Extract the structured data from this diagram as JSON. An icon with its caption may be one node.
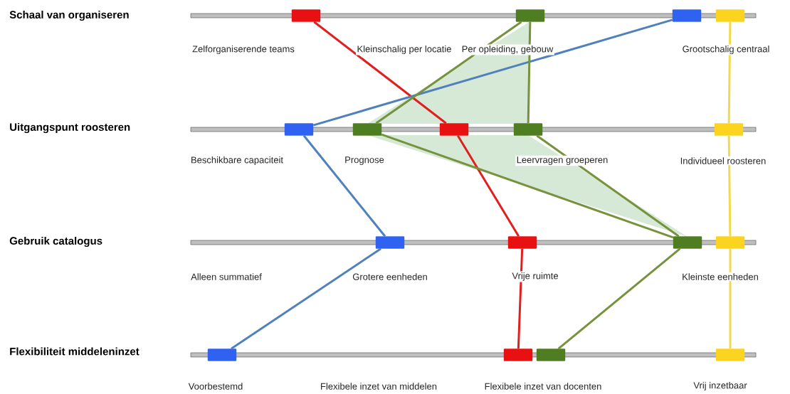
{
  "diagram": {
    "nodes": [
      {
        "text": [],
        "shape": "box"
      },
      {
        "text": [],
        "shape": "box"
      },
      {
        "text": [],
        "shape": "box"
      },
      {
        "text": [],
        "shape": "box"
      },
      {
        "text": [],
        "shape": "box"
      },
      {
        "text": [],
        "shape": "box"
      },
      {
        "text": [],
        "shape": "box"
      },
      {
        "text": [],
        "shape": "box"
      },
      {
        "text": [],
        "shape": "box"
      },
      {
        "text": [],
        "shape": "box"
      },
      {
        "text": [],
        "shape": "box"
      },
      {
        "text": [],
        "shape": "box"
      },
      {
        "text": [],
        "shape": "box"
      },
      {
        "text": [],
        "shape": "box"
      },
      {
        "text": [],
        "shape": "box"
      },
      {
        "text": [],
        "shape": "box"
      },
      {
        "text": [],
        "shape": "box"
      }
    ],
    "edges": [
      {
        "from": 0,
        "to": 6,
        "arrow": "none",
        "color": "#e02020"
      },
      {
        "from": 2,
        "to": 4,
        "arrow": "none",
        "color": "#4f81bd"
      },
      {
        "from": 1,
        "to": 5,
        "arrow": "none",
        "color": "#76923c"
      },
      {
        "from": 1,
        "to": 7,
        "arrow": "none",
        "color": "#76923c"
      },
      {
        "from": 3,
        "to": 8,
        "arrow": "none",
        "color": "#f2d94e"
      },
      {
        "from": 4,
        "to": 9,
        "arrow": "none",
        "color": "#4f81bd"
      },
      {
        "from": 6,
        "to": 10,
        "arrow": "none",
        "color": "#e02020"
      },
      {
        "from": 5,
        "to": 11,
        "arrow": "none",
        "color": "#76923c"
      },
      {
        "from": 7,
        "to": 11,
        "arrow": "none",
        "color": "#76923c"
      },
      {
        "from": 8,
        "to": 12,
        "arrow": "none",
        "color": "#f2d94e"
      },
      {
        "from": 9,
        "to": 13,
        "arrow": "none",
        "color": "#4f81bd"
      },
      {
        "from": 10,
        "to": 14,
        "arrow": "none",
        "color": "#e02020"
      },
      {
        "from": 11,
        "to": 15,
        "arrow": "none",
        "color": "#76923c"
      },
      {
        "from": 12,
        "to": 16,
        "arrow": "none",
        "color": "#f2d94e"
      }
    ],
    "labels": [
      "Schaal van organiseren",
      "Zelforganiserende teams",
      "Kleinschalig per locatie",
      "Per opleiding, gebouw",
      "Grootschalig centraal",
      "Uitgangspunt roosteren",
      "Beschikbare capaciteit",
      "Prognose",
      "Leervragen groeperen",
      "Individueel roosteren",
      "Gebruik catalogus",
      "Alleen summatief",
      "Grotere eenheden",
      "Vrije ruimte",
      "Kleinste eenheden",
      "Flexibiliteit middeleninzet",
      "Voorbestemd",
      "Flexibele inzet van middelen",
      "Flexibele inzet van docenten",
      "Vrij inzetbaar"
    ]
  }
}
